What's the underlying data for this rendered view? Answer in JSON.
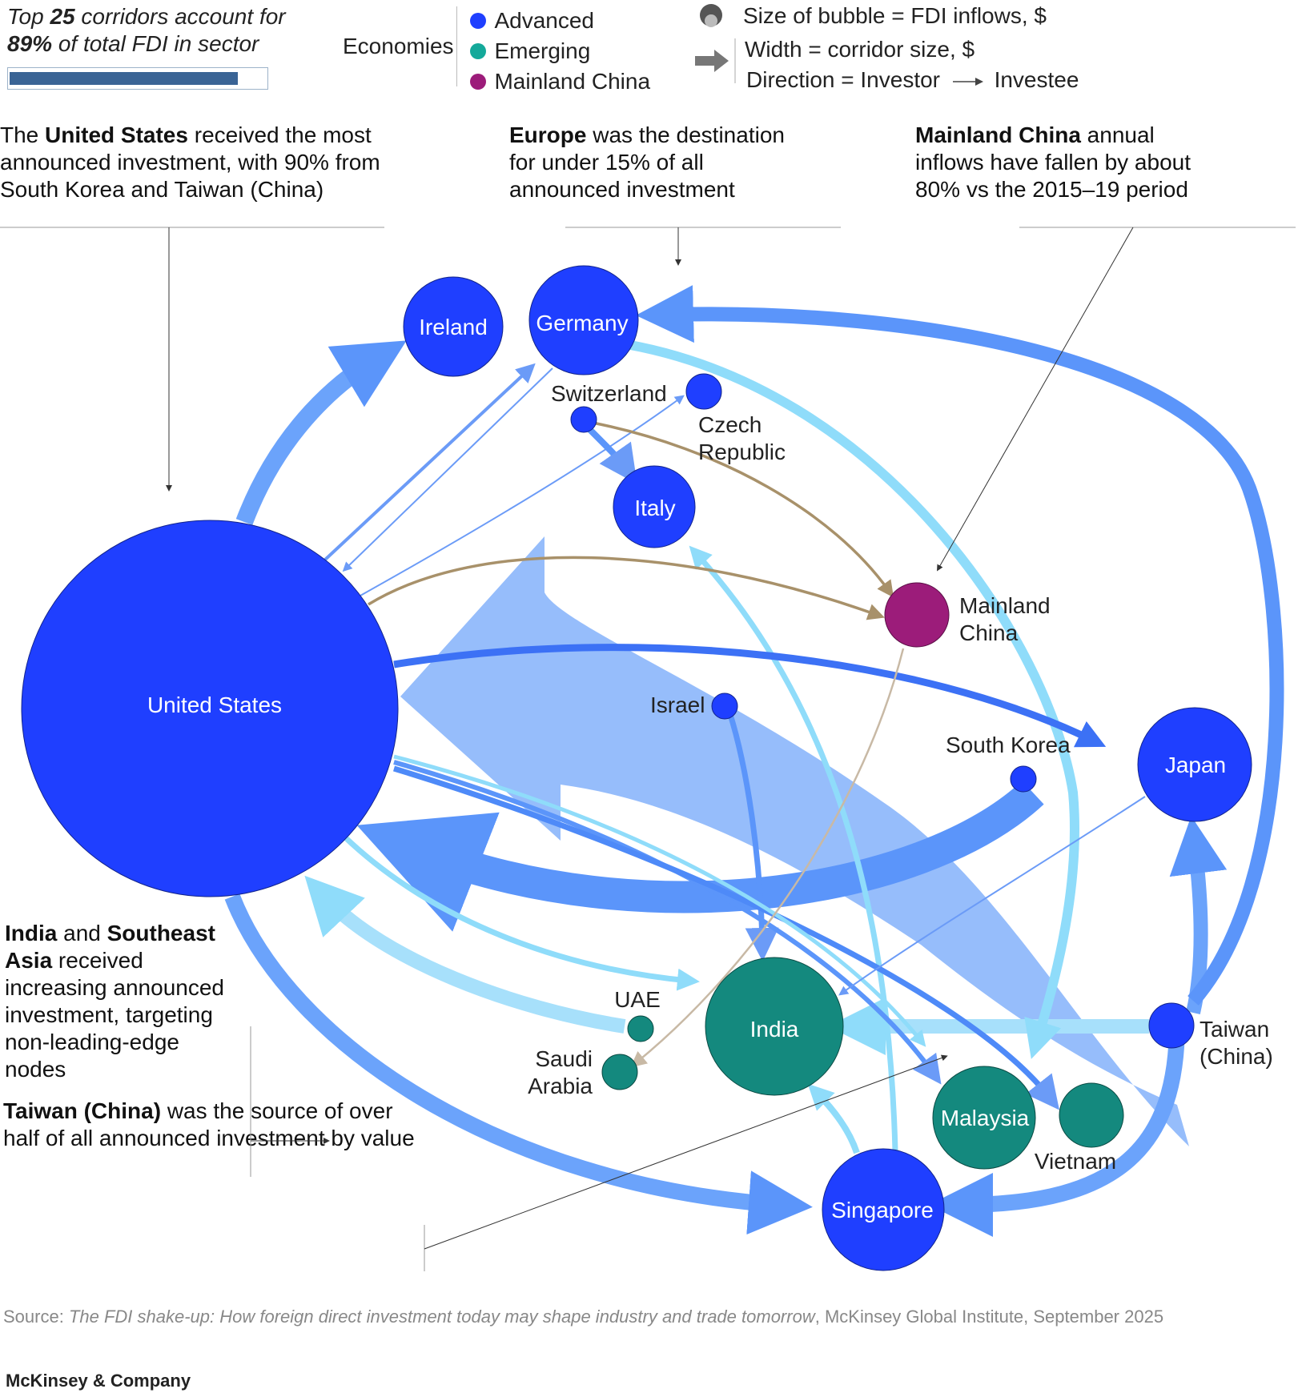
{
  "header": {
    "top_prefix": "Top ",
    "top_number": "25",
    "top_suffix": " corridors account for",
    "share_bold": "89%",
    "share_suffix": " of total FDI in sector",
    "share_value": 89
  },
  "legend": {
    "economies_label": "Economies",
    "items": [
      {
        "label": "Advanced",
        "color": "#1f3fff"
      },
      {
        "label": "Emerging",
        "color": "#14a99a"
      },
      {
        "label": "Mainland China",
        "color": "#9c1c7a"
      }
    ],
    "size_label": "Size of bubble = FDI inflows, $",
    "width_label": "Width = corridor size, $",
    "direction_prefix": "Direction = Investor",
    "direction_suffix": "Investee"
  },
  "annotations": {
    "us": {
      "bold": "United States",
      "pre": "The ",
      "rest1": " received the most",
      "line2": "announced investment, with 90% from",
      "line3": "South Korea and Taiwan (China)"
    },
    "europe": {
      "bold": "Europe",
      "rest1": " was the destination",
      "line2": "for under 15% of all",
      "line3": "announced investment"
    },
    "china": {
      "bold": "Mainland China",
      "rest1": " annual",
      "line2": "inflows have fallen by about",
      "line3": "80% vs the 2015–19 period"
    },
    "india": {
      "bold1": "India",
      "mid": " and ",
      "bold2": "Southeast",
      "bold3": "Asia",
      "rest1": " received",
      "line3": "increasing announced",
      "line4": "investment, targeting",
      "line5": "non-leading-edge",
      "line6": "nodes"
    },
    "taiwan": {
      "bold": "Taiwan (China)",
      "rest1": " was the source of over",
      "line2": "half of all announced investment by value"
    }
  },
  "nodes": [
    {
      "id": "us",
      "label": "United States",
      "type": "advanced"
    },
    {
      "id": "ireland",
      "label": "Ireland",
      "type": "advanced"
    },
    {
      "id": "germany",
      "label": "Germany",
      "type": "advanced"
    },
    {
      "id": "switzerland",
      "label": "Switzerland",
      "type": "advanced"
    },
    {
      "id": "czech",
      "label": "Czech Republic",
      "type": "advanced"
    },
    {
      "id": "italy",
      "label": "Italy",
      "type": "advanced"
    },
    {
      "id": "china",
      "label": "Mainland China",
      "type": "china"
    },
    {
      "id": "israel",
      "label": "Israel",
      "type": "advanced"
    },
    {
      "id": "korea",
      "label": "South Korea",
      "type": "advanced"
    },
    {
      "id": "japan",
      "label": "Japan",
      "type": "advanced"
    },
    {
      "id": "taiwan",
      "label": "Taiwan (China)",
      "type": "advanced"
    },
    {
      "id": "india",
      "label": "India",
      "type": "emerging"
    },
    {
      "id": "uae",
      "label": "UAE",
      "type": "emerging"
    },
    {
      "id": "saudi",
      "label": "Saudi Arabia",
      "type": "emerging"
    },
    {
      "id": "malaysia",
      "label": "Malaysia",
      "type": "emerging"
    },
    {
      "id": "vietnam",
      "label": "Vietnam",
      "type": "emerging"
    },
    {
      "id": "singapore",
      "label": "Singapore",
      "type": "advanced"
    }
  ],
  "labels": {
    "czech_line1": "Czech",
    "czech_line2": "Republic",
    "china_line1": "Mainland",
    "china_line2": "China",
    "taiwan_line1": "Taiwan",
    "taiwan_line2": "(China)",
    "saudi_line1": "Saudi",
    "saudi_line2": "Arabia"
  },
  "source": {
    "prefix": "Source: ",
    "title": "The FDI shake-up: How foreign direct investment today may shape industry and trade tomorrow",
    "suffix": ", McKinsey Global Institute, September 2025"
  },
  "brand": "McKinsey & Company"
}
